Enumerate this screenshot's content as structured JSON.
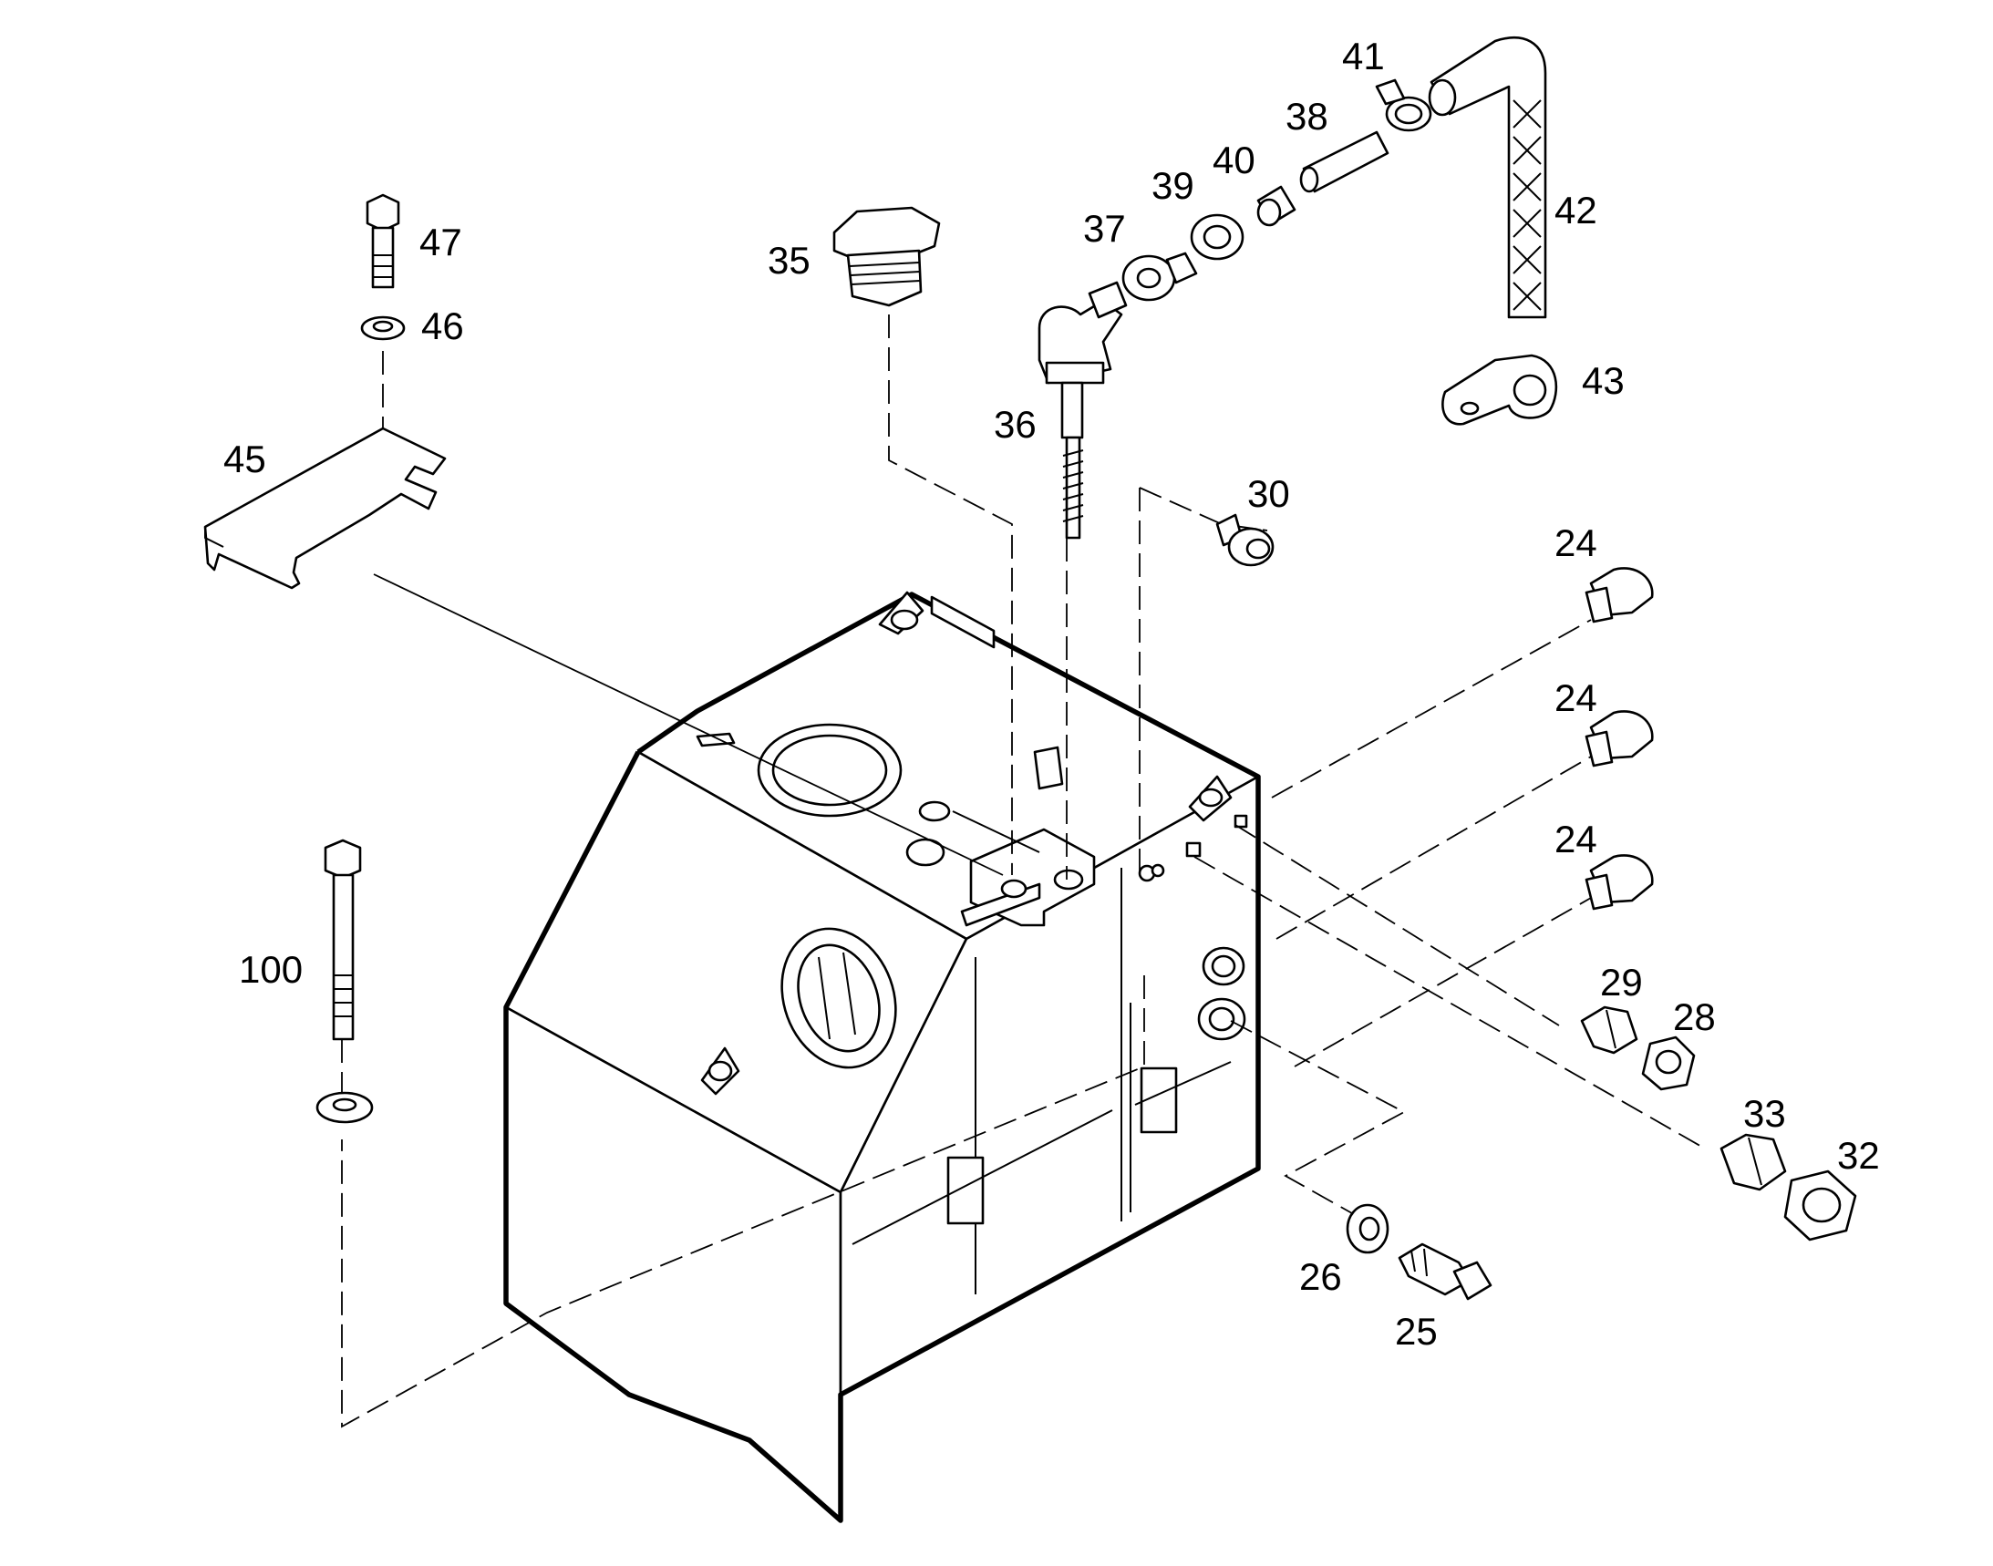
{
  "figure": {
    "labels": {
      "p24a": "24",
      "p24b": "24",
      "p24c": "24",
      "p25": "25",
      "p26": "26",
      "p28": "28",
      "p29": "29",
      "p30": "30",
      "p32": "32",
      "p33": "33",
      "p35": "35",
      "p36": "36",
      "p37": "37",
      "p38": "38",
      "p39": "39",
      "p40": "40",
      "p41": "41",
      "p42": "42",
      "p43": "43",
      "p45": "45",
      "p46": "46",
      "p47": "47",
      "p100": "100"
    }
  }
}
